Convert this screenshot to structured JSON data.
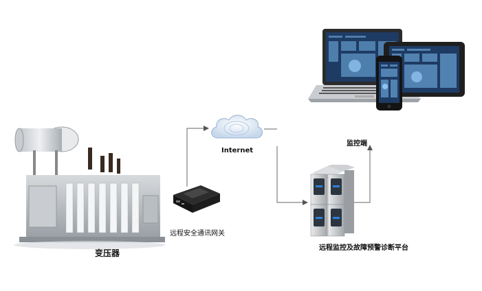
{
  "diagram": {
    "nodes": {
      "transformer": {
        "label": "变压器"
      },
      "gateway": {
        "label": "远程安全通讯网关"
      },
      "internet": {
        "label": "Internet"
      },
      "monitor": {
        "label": "监控端"
      },
      "platform": {
        "label": "远程监控及故障预警诊断平台"
      }
    },
    "edges": [
      {
        "from": "gateway",
        "to": "internet"
      },
      {
        "from": "internet",
        "to": "platform"
      },
      {
        "from": "platform",
        "to": "monitor"
      }
    ]
  },
  "colors": {
    "line": "#555555",
    "cloud": "#dde8f4",
    "screen": "#1e3b63",
    "device_body": "#1b1b1b",
    "server": "#c9c9c9"
  }
}
